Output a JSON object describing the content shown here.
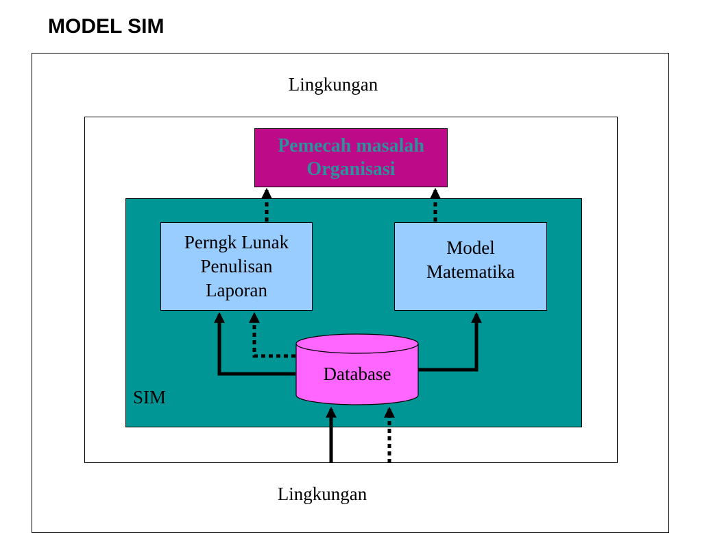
{
  "title": "MODEL SIM",
  "environment": {
    "top_label": "Lingkungan",
    "bottom_label": "Lingkungan"
  },
  "sim": {
    "label": "SIM",
    "box_color": "#009696"
  },
  "problem_solver": {
    "lines": [
      "Pemecah masalah",
      "Organisasi"
    ],
    "fill_color": "#bc0a88",
    "text_color": "#2f8f9a"
  },
  "modules": {
    "report_software": {
      "lines": [
        "Perngk Lunak",
        "Penulisan",
        "Laporan"
      ]
    },
    "math_model": {
      "lines": [
        "Model",
        "Matematika"
      ]
    },
    "fill_color": "#99ccff"
  },
  "database": {
    "label": "Database",
    "fill_color": "#ff66ff"
  }
}
